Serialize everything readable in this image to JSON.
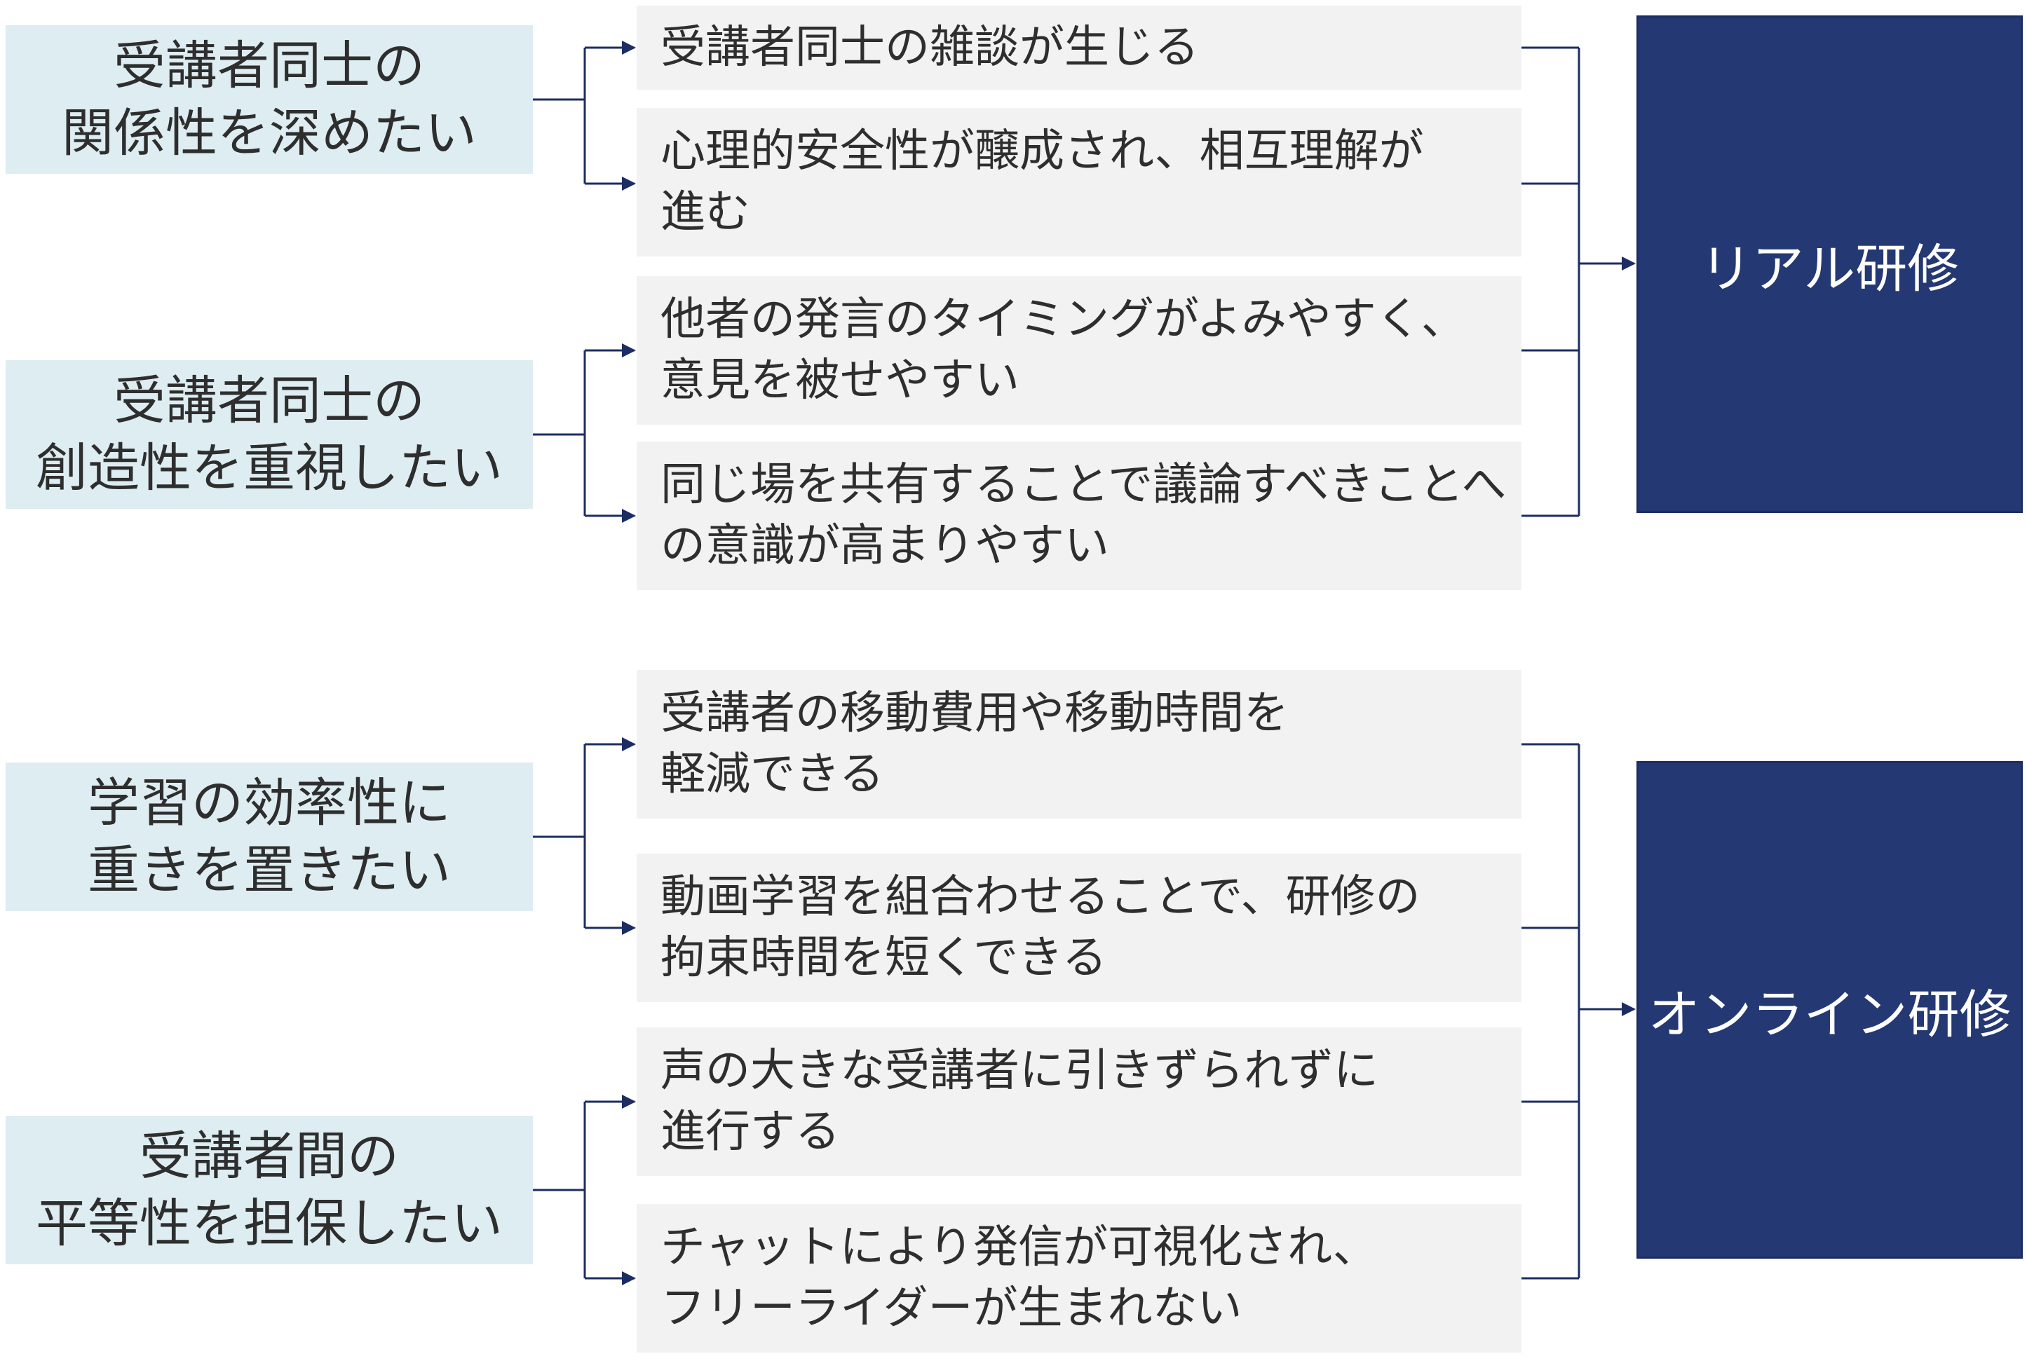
{
  "goals": [
    {
      "id": "g1",
      "lines": [
        "受講者同士の",
        "関係性を深めたい"
      ]
    },
    {
      "id": "g2",
      "lines": [
        "受講者同士の",
        "創造性を重視したい"
      ]
    },
    {
      "id": "g3",
      "lines": [
        "学習の効率性に",
        "重きを置きたい"
      ]
    },
    {
      "id": "g4",
      "lines": [
        "受講者間の",
        "平等性を担保したい"
      ]
    }
  ],
  "reasons": [
    {
      "id": "r1",
      "lines": [
        "受講者同士の雑談が生じる"
      ]
    },
    {
      "id": "r2",
      "lines": [
        "心理的安全性が醸成され、相互理解が",
        "進む"
      ]
    },
    {
      "id": "r3",
      "lines": [
        "他者の発言のタイミングがよみやすく、",
        "意見を被せやすい"
      ]
    },
    {
      "id": "r4",
      "lines": [
        "同じ場を共有することで議論すべきことへ",
        "の意識が高まりやすい"
      ]
    },
    {
      "id": "r5",
      "lines": [
        "受講者の移動費用や移動時間を",
        "軽減できる"
      ]
    },
    {
      "id": "r6",
      "lines": [
        "動画学習を組合わせることで、研修の",
        "拘束時間を短くできる"
      ]
    },
    {
      "id": "r7",
      "lines": [
        "声の大きな受講者に引きずられずに",
        "進行する"
      ]
    },
    {
      "id": "r8",
      "lines": [
        "チャットにより発信が可視化され、",
        "フリーライダーが生まれない"
      ]
    }
  ],
  "outcomes": [
    {
      "id": "o1",
      "label": "リアル研修"
    },
    {
      "id": "o2",
      "label": "オンライン研修"
    }
  ],
  "colors": {
    "goal_fill": "#deedf2",
    "reason_fill": "#f2f2f2",
    "outcome_fill": "#243873",
    "connector": "#1c2d63",
    "text": "#2e2e2e"
  }
}
